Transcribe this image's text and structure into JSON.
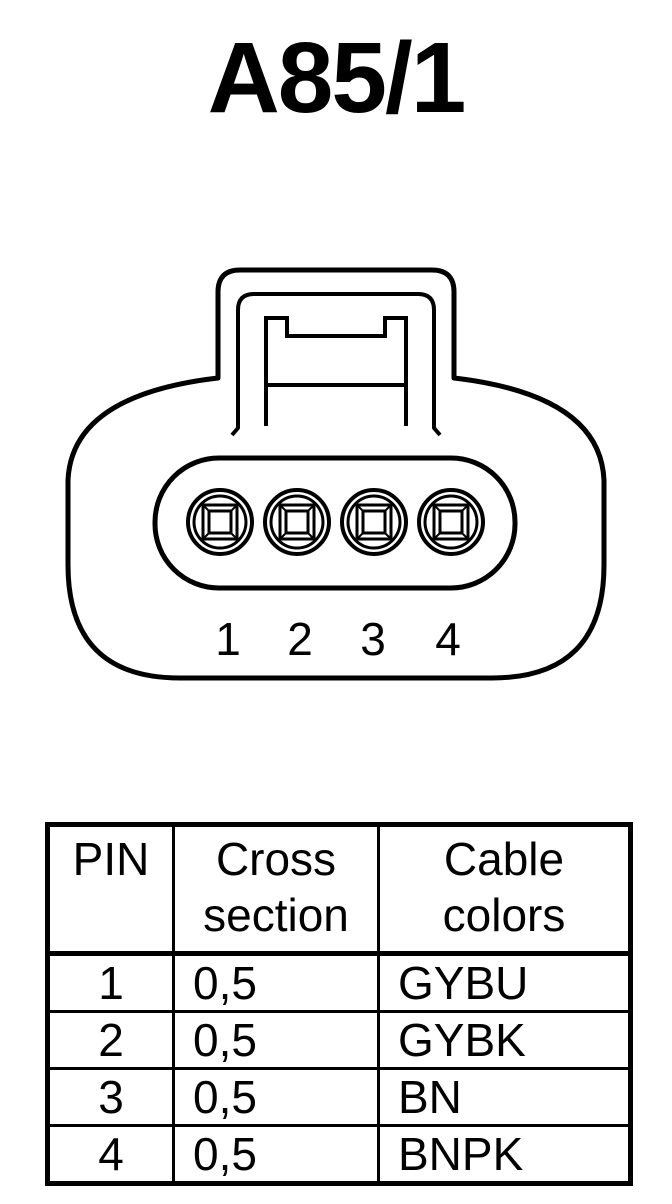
{
  "title": "A85/1",
  "connector": {
    "pins": [
      "1",
      "2",
      "3",
      "4"
    ]
  },
  "table": {
    "headers": {
      "pin": "PIN",
      "cross_section": [
        "Cross",
        "section"
      ],
      "cable_colors": [
        "Cable",
        "colors"
      ]
    },
    "rows": [
      {
        "pin": "1",
        "cross_section": "0,5",
        "cable_colors": "GYBU"
      },
      {
        "pin": "2",
        "cross_section": "0,5",
        "cable_colors": "GYBK"
      },
      {
        "pin": "3",
        "cross_section": "0,5",
        "cable_colors": "BN"
      },
      {
        "pin": "4",
        "cross_section": "0,5",
        "cable_colors": "BNPK"
      }
    ]
  }
}
